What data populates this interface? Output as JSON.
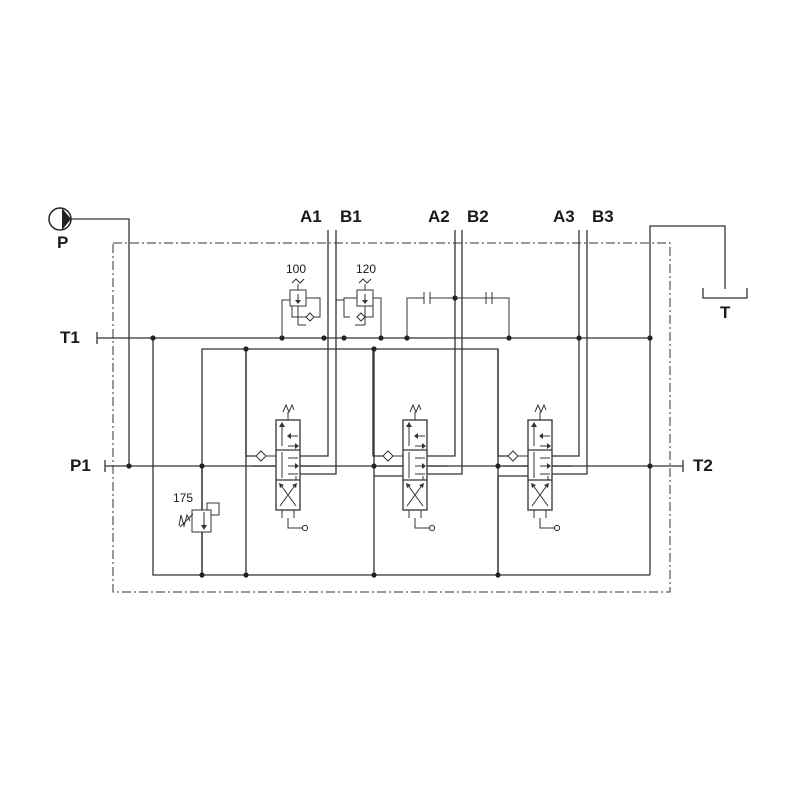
{
  "ports": {
    "pump": "P",
    "p1": "P1",
    "t1": "T1",
    "t2": "T2",
    "tank": "T",
    "a1": "A1",
    "b1": "B1",
    "a2": "A2",
    "b2": "B2",
    "a3": "A3",
    "b3": "B3"
  },
  "settings": {
    "relief_a1": "100",
    "relief_b1": "120",
    "main_relief": "175"
  }
}
